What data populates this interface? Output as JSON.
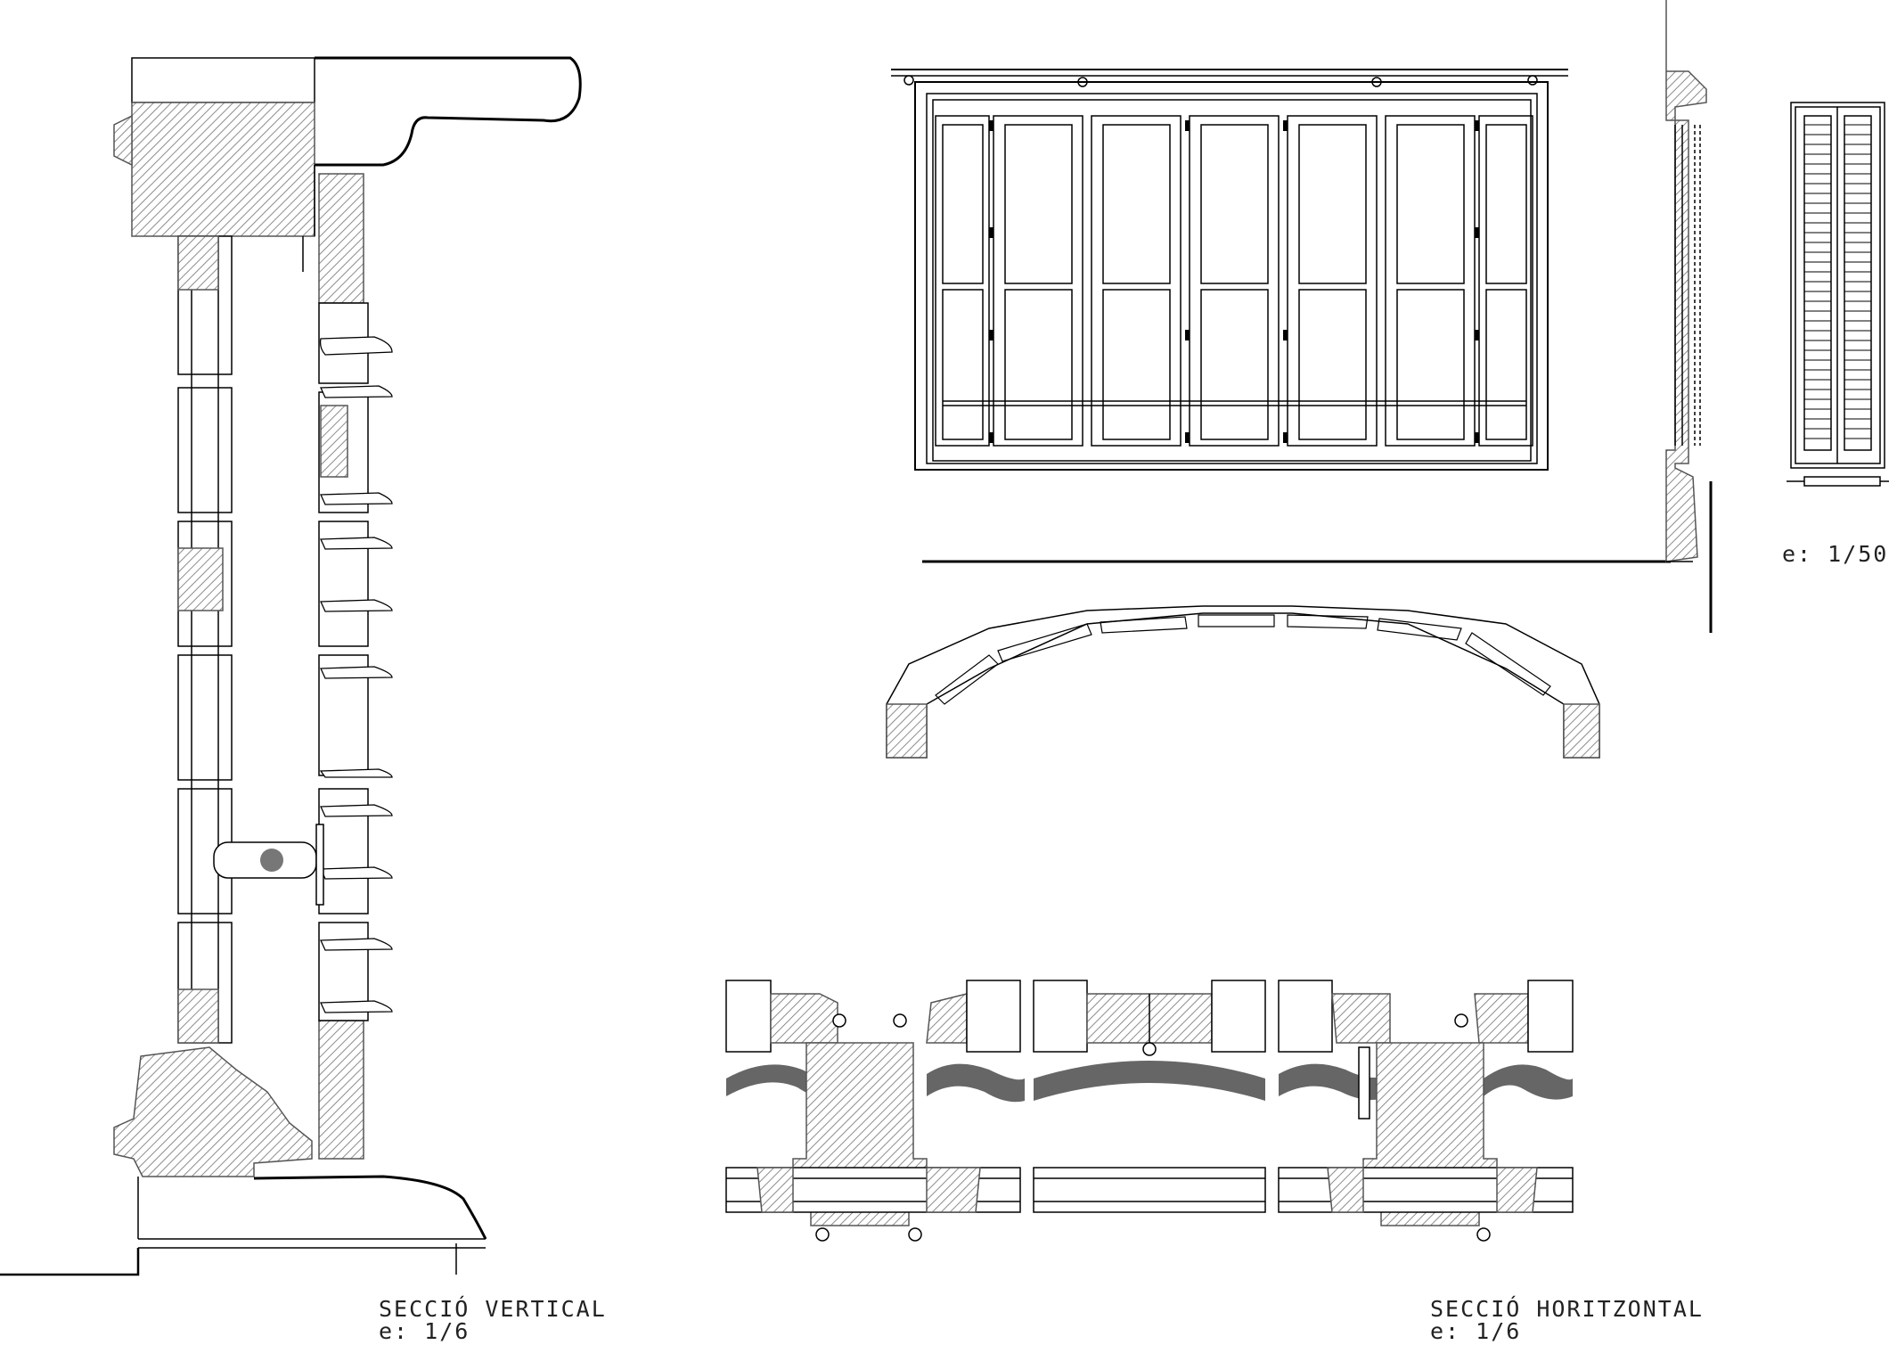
{
  "drawing": {
    "line_color": "#000000",
    "hatch_color": "#8c8c8c",
    "dark_fill": "#666666",
    "paper_color": "#ffffff"
  },
  "labels": {
    "vertical_title": "SECCIÓ VERTICAL",
    "vertical_scale": "e: 1/6",
    "horizontal_title": "SECCIÓ HORITZONTAL",
    "horizontal_scale": "e: 1/6",
    "elevation_scale": "e: 1/50"
  },
  "views": {
    "elevation_leaf_count": 7,
    "horizontal_section_bays": 3
  }
}
